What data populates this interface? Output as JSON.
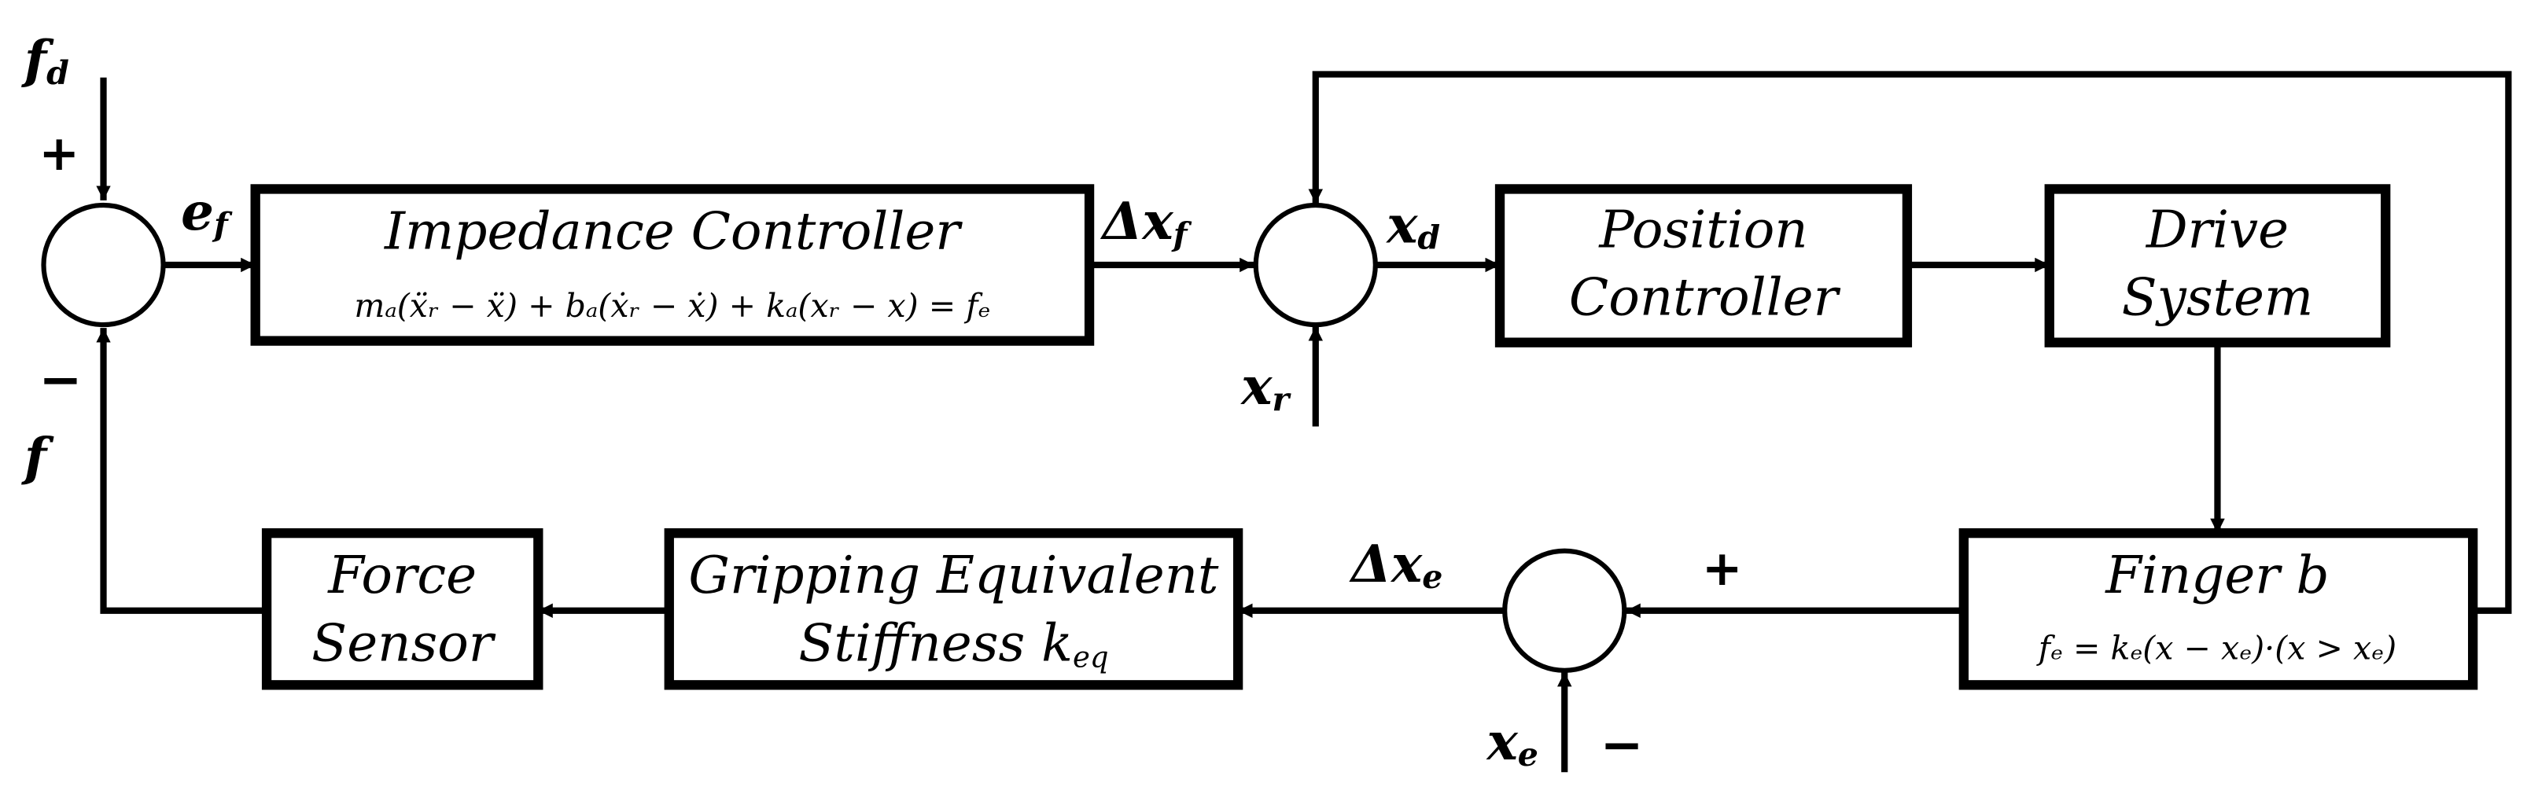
{
  "blocks": {
    "impedance": {
      "title": "Impedance Controller",
      "equation": "mₐ(ẍᵣ − ẍ) + bₐ(ẋᵣ − ẋ) + kₐ(xᵣ − x) = fₑ"
    },
    "position": {
      "line1": "Position",
      "line2": "Controller"
    },
    "drive": {
      "line1": "Drive",
      "line2": "System"
    },
    "finger": {
      "title": "Finger b",
      "equation": "fₑ = kₑ(x − xₑ)·(x > xₑ)"
    },
    "stiffness": {
      "line1": "Gripping Equivalent",
      "line2": "Stiffness k",
      "line2_sub": "eq"
    },
    "force_sensor": {
      "line1": "Force",
      "line2": "Sensor"
    }
  },
  "signals": {
    "fd": {
      "main": "f",
      "sub": "d"
    },
    "f": {
      "main": "f"
    },
    "ef": {
      "main": "e",
      "sub": "f"
    },
    "dxf": {
      "main": "Δx",
      "sub": "f"
    },
    "xd": {
      "main": "x",
      "sub": "d"
    },
    "xr": {
      "main": "x",
      "sub": "r"
    },
    "dxe": {
      "main": "Δx",
      "sub": "e"
    },
    "xe": {
      "main": "x",
      "sub": "e"
    }
  },
  "signs": {
    "sum1_plus": "+",
    "sum1_minus": "−",
    "sum3_plus": "+",
    "sum3_minus": "−"
  }
}
